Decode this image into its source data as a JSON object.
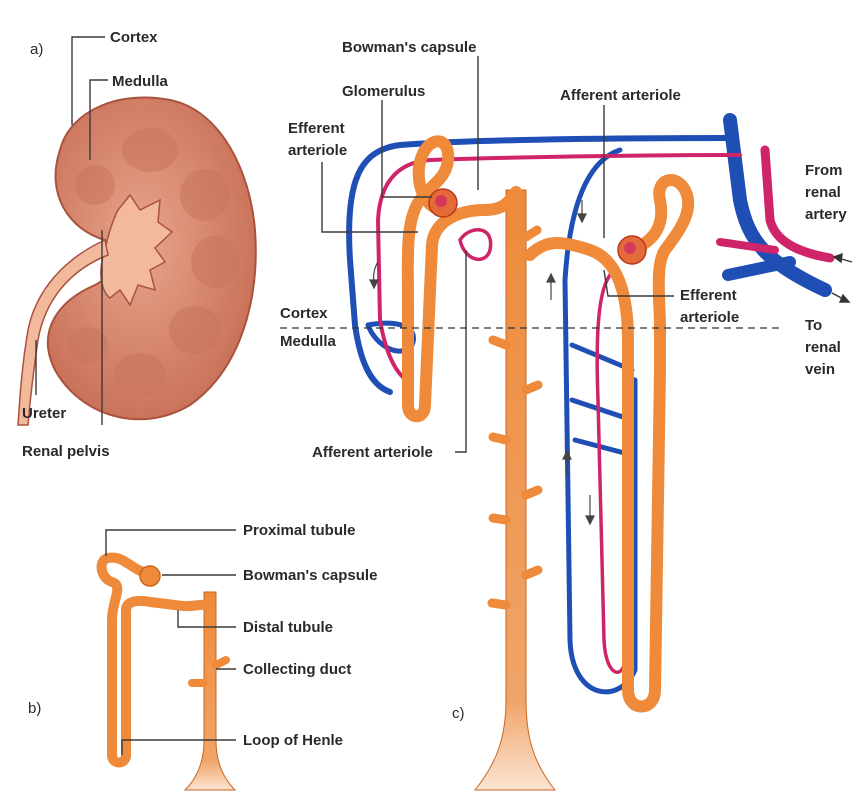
{
  "panels": {
    "a": "a)",
    "b": "b)",
    "c": "c)"
  },
  "labels": {
    "cortex_a": "Cortex",
    "medulla_a": "Medulla",
    "ureter": "Ureter",
    "renal_pelvis": "Renal pelvis",
    "bowmans_capsule_c": "Bowman's capsule",
    "glomerulus": "Glomerulus",
    "efferent_arteriole_1": [
      "Efferent",
      "arteriole"
    ],
    "afferent_arteriole_top": "Afferent arteriole",
    "from_renal_artery": [
      "From",
      "renal",
      "artery"
    ],
    "efferent_arteriole_2": [
      "Efferent",
      "arteriole"
    ],
    "to_renal_vein": [
      "To",
      "renal",
      "vein"
    ],
    "cortex_c": "Cortex",
    "medulla_c": "Medulla",
    "afferent_arteriole_bottom": "Afferent arteriole",
    "proximal_tubule": "Proximal tubule",
    "bowmans_capsule_b": "Bowman's capsule",
    "distal_tubule": "Distal tubule",
    "collecting_duct": "Collecting duct",
    "loop_of_henle": "Loop of Henle"
  },
  "colors": {
    "kidney": "#d98a72",
    "kidney_dark": "#b8604a",
    "pelvis": "#f2b99c",
    "tubule": "#ee8a3a",
    "tubule_dark": "#c9661f",
    "artery": "#d0246a",
    "vein": "#1f4fb5"
  }
}
